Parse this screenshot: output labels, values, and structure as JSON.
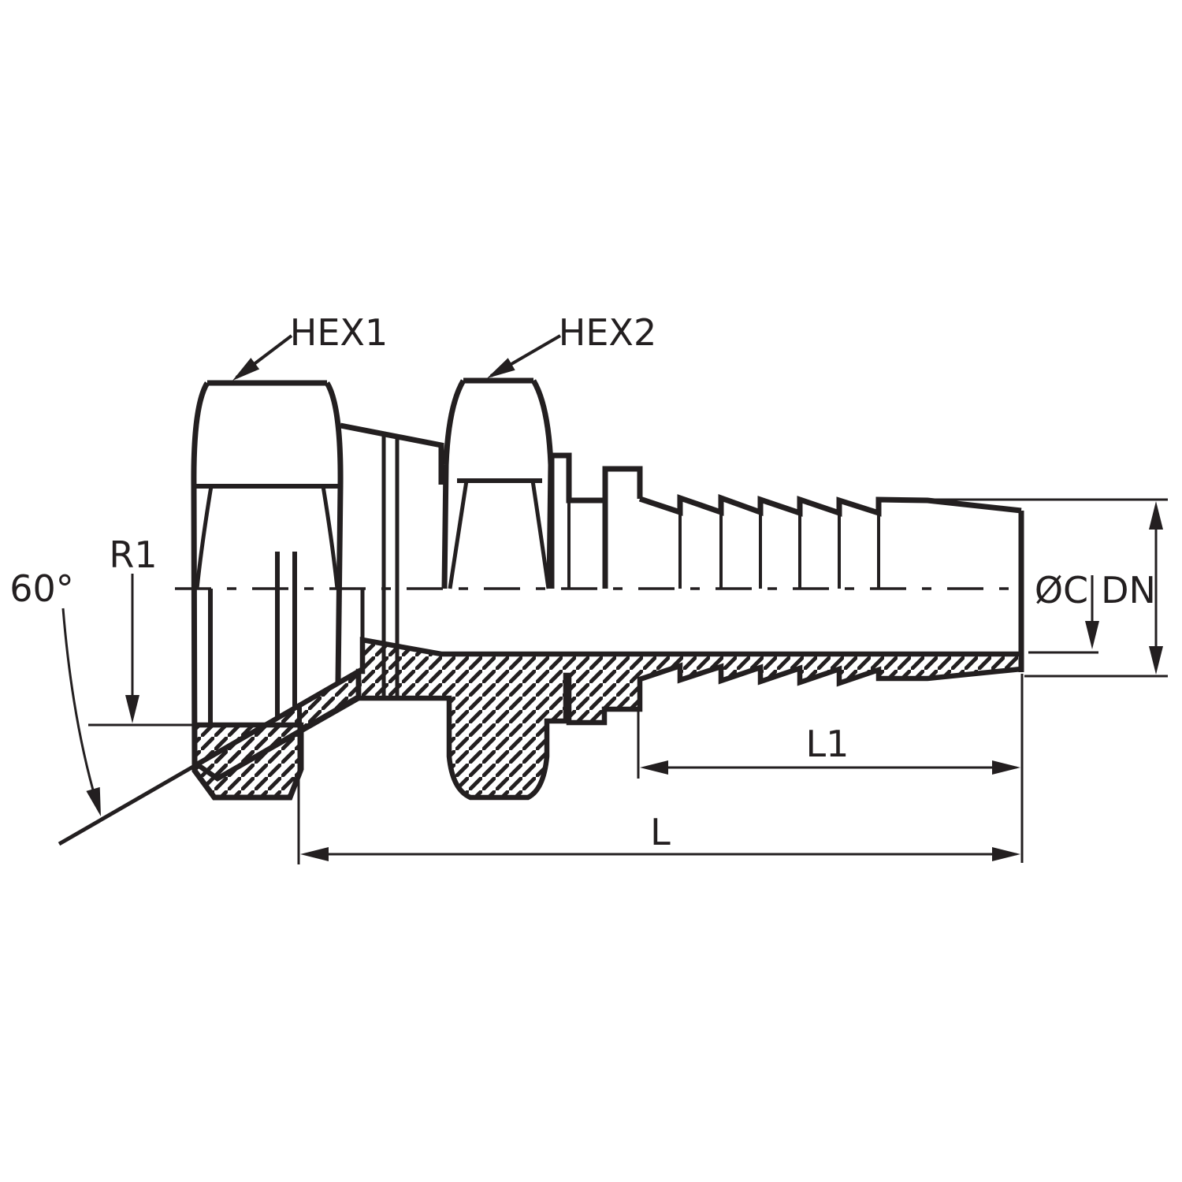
{
  "drawing": {
    "title": "Hose insert fitting technical drawing",
    "type": "sectioned engineering line drawing",
    "labels": {
      "hex1": "HEX1",
      "hex2": "HEX2",
      "r1": "R1",
      "angle": "60°",
      "bore_diameter": "ØC",
      "nominal_diameter": "DN",
      "shank_length": "L1",
      "overall_length": "L"
    },
    "colors": {
      "line": "#231f20",
      "background": "#ffffff"
    }
  }
}
